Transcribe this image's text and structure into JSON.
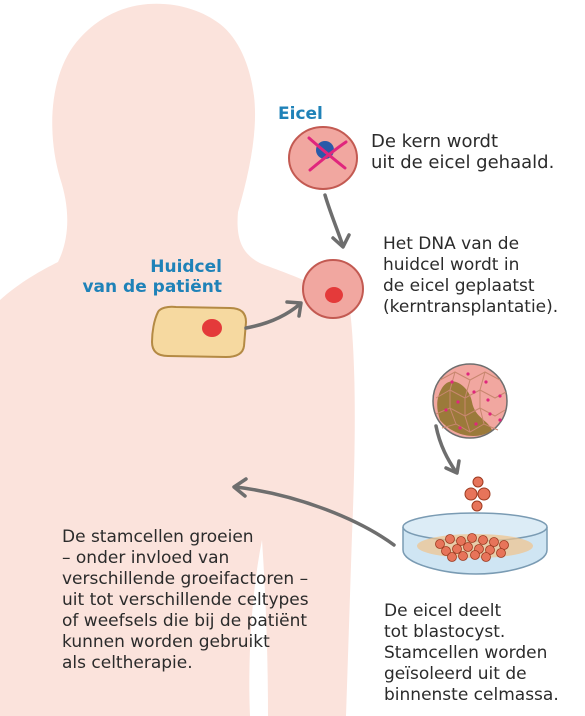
{
  "labels": {
    "eicel": "Eicel",
    "huidcel": "Huidcel\nvan de patiënt"
  },
  "captions": {
    "kern": "De kern wordt\nuit de eicel gehaald.",
    "dna": "Het DNA van de\nhuidcel wordt in\nde eicel geplaatst\n(kerntransplantatie).",
    "stamcellen": "De stamcellen groeien\n– onder invloed van\nverschillende groeifactoren –\nuit tot verschillende celtypes\nof weefsels die bij de patiënt\nkunnen worden gebruikt\nals celtherapie.",
    "blastocyst": "De eicel deelt\ntot blastocyst.\nStamcellen worden\ngeïsoleerd uit de\nbinnenste celmassa."
  },
  "colors": {
    "body": "#fbe3dc",
    "label_blue": "#1f82b8",
    "egg_fill": "#f1a7a0",
    "egg_stroke": "#c35a52",
    "nucleus_red": "#e43a3a",
    "nucleus_blue": "#2a5aa8",
    "cross_magenta": "#e0267d",
    "skin_cell": "#f6d9a0",
    "arrow_gray": "#6e6e6e"
  }
}
